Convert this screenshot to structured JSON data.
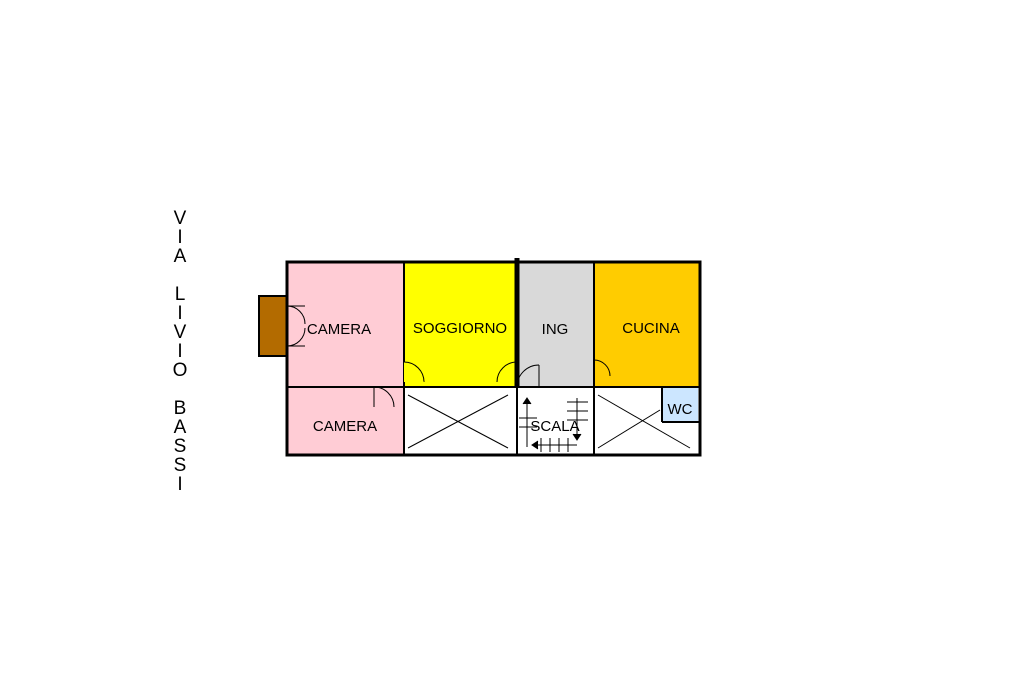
{
  "street": {
    "words": [
      "VIA",
      "LIVIO",
      "BASSI"
    ]
  },
  "rooms": {
    "camera_1": "CAMERA",
    "camera_2": "CAMERA",
    "soggiorno": "SOGGIORNO",
    "ingresso": "ING",
    "cucina": "CUCINA",
    "scala": "SCALA",
    "wc": "WC"
  },
  "colors": {
    "camera": "#ffccd5",
    "soggiorno": "#ffff00",
    "ingresso": "#d9d9d9",
    "cucina": "#ffcc00",
    "wc": "#cce6ff",
    "balcony": "#b36b00",
    "wall": "#000000"
  }
}
